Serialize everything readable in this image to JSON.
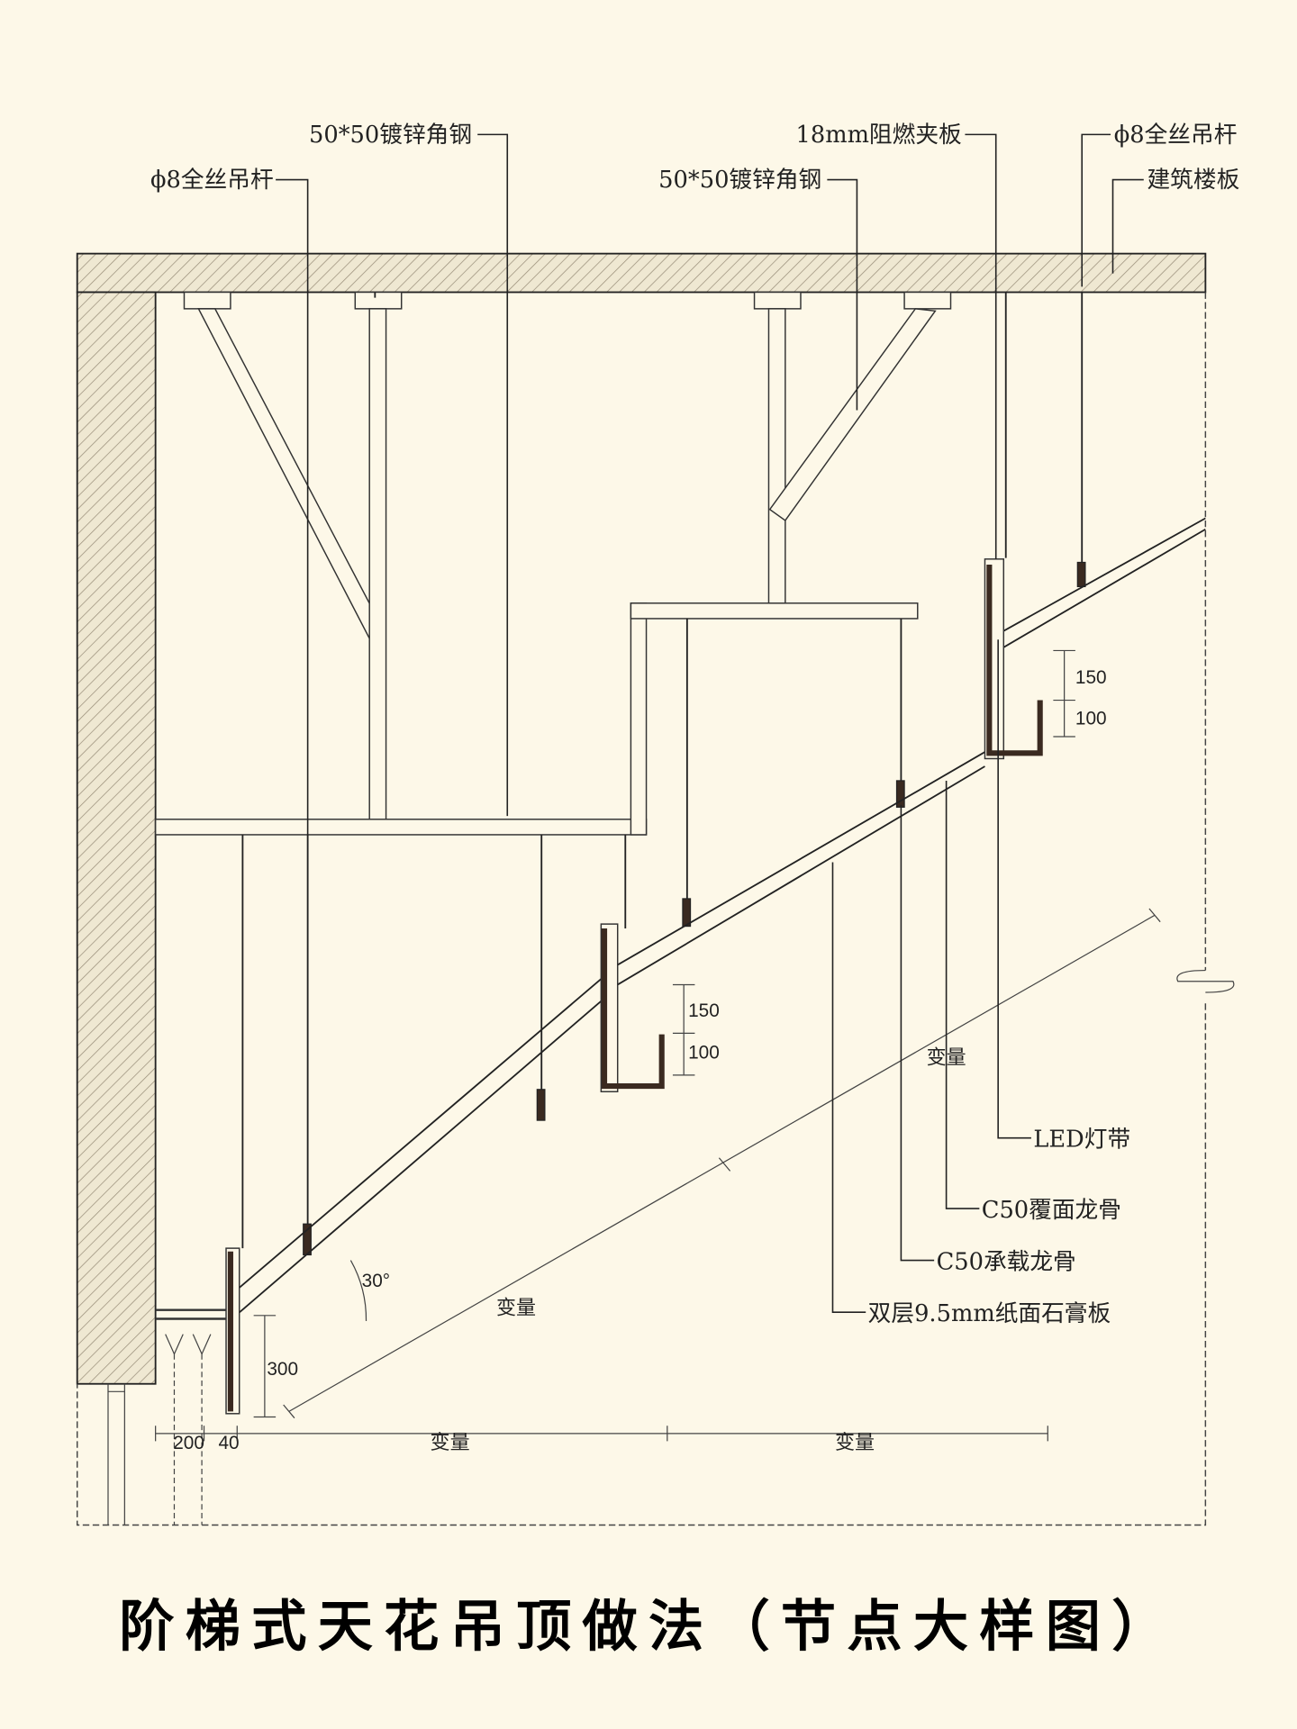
{
  "title": "阶梯式天花吊顶做法（节点大样图）",
  "labels": {
    "rod_left": "ϕ8全丝吊杆",
    "angle_steel_left": "50*50镀锌角钢",
    "angle_steel_right": "50*50镀锌角钢",
    "fire_board": "18mm阻燃夹板",
    "rod_right": "ϕ8全丝吊杆",
    "floor_slab": "建筑楼板",
    "led_strip": "LED灯带",
    "c50_cover": "C50覆面龙骨",
    "c50_main": "C50承载龙骨",
    "gypsum_board": "双层9.5mm纸面石膏板"
  },
  "dimensions": {
    "step_upper_150": "150",
    "step_upper_100": "100",
    "step_lower_150": "150",
    "step_lower_100": "100",
    "height_300": "300",
    "angle": "30°",
    "variable_slope_upper": "变量",
    "variable_slope_lower": "变量",
    "bottom_200": "200",
    "bottom_40": "40",
    "bottom_variable_1": "变量",
    "bottom_variable_2": "变量"
  },
  "colors": {
    "background": "#fdf8e8",
    "ink": "#222222"
  }
}
